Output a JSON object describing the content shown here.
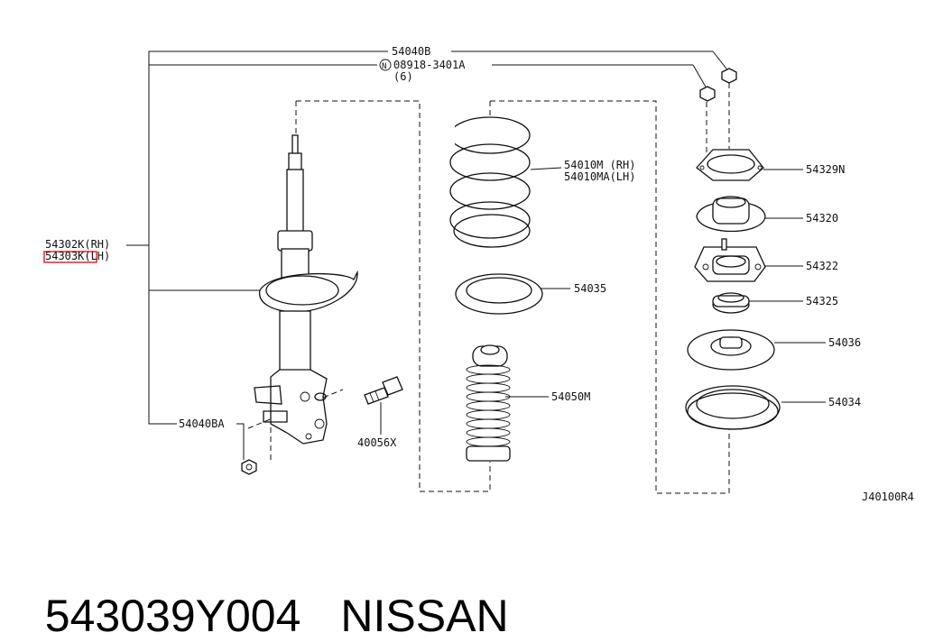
{
  "labels": {
    "mount_nut": "54040B",
    "bolt_ref": "08918-3401A",
    "bolt_qty": "(6)",
    "spring_rh": "54010M (RH)",
    "spring_lh": "54010MA(LH)",
    "strut_rh": "54302K(RH)",
    "strut_lh": "54303K(LH)",
    "insulator": "54329N",
    "mount": "54320",
    "mount_upper": "54322",
    "bearing": "54325",
    "seat_upper": "54036",
    "seat_lower": "54034",
    "spring_seat": "54035",
    "bound_bumper": "54050M",
    "nut_lower": "54040BA",
    "bolt": "40056X",
    "diagram_code": "J40100R4",
    "n_mark": "N"
  },
  "footer": {
    "part_number": "543039Y004",
    "brand": "NISSAN"
  },
  "highlight_color": "#e8262b",
  "line_color": "#111111"
}
